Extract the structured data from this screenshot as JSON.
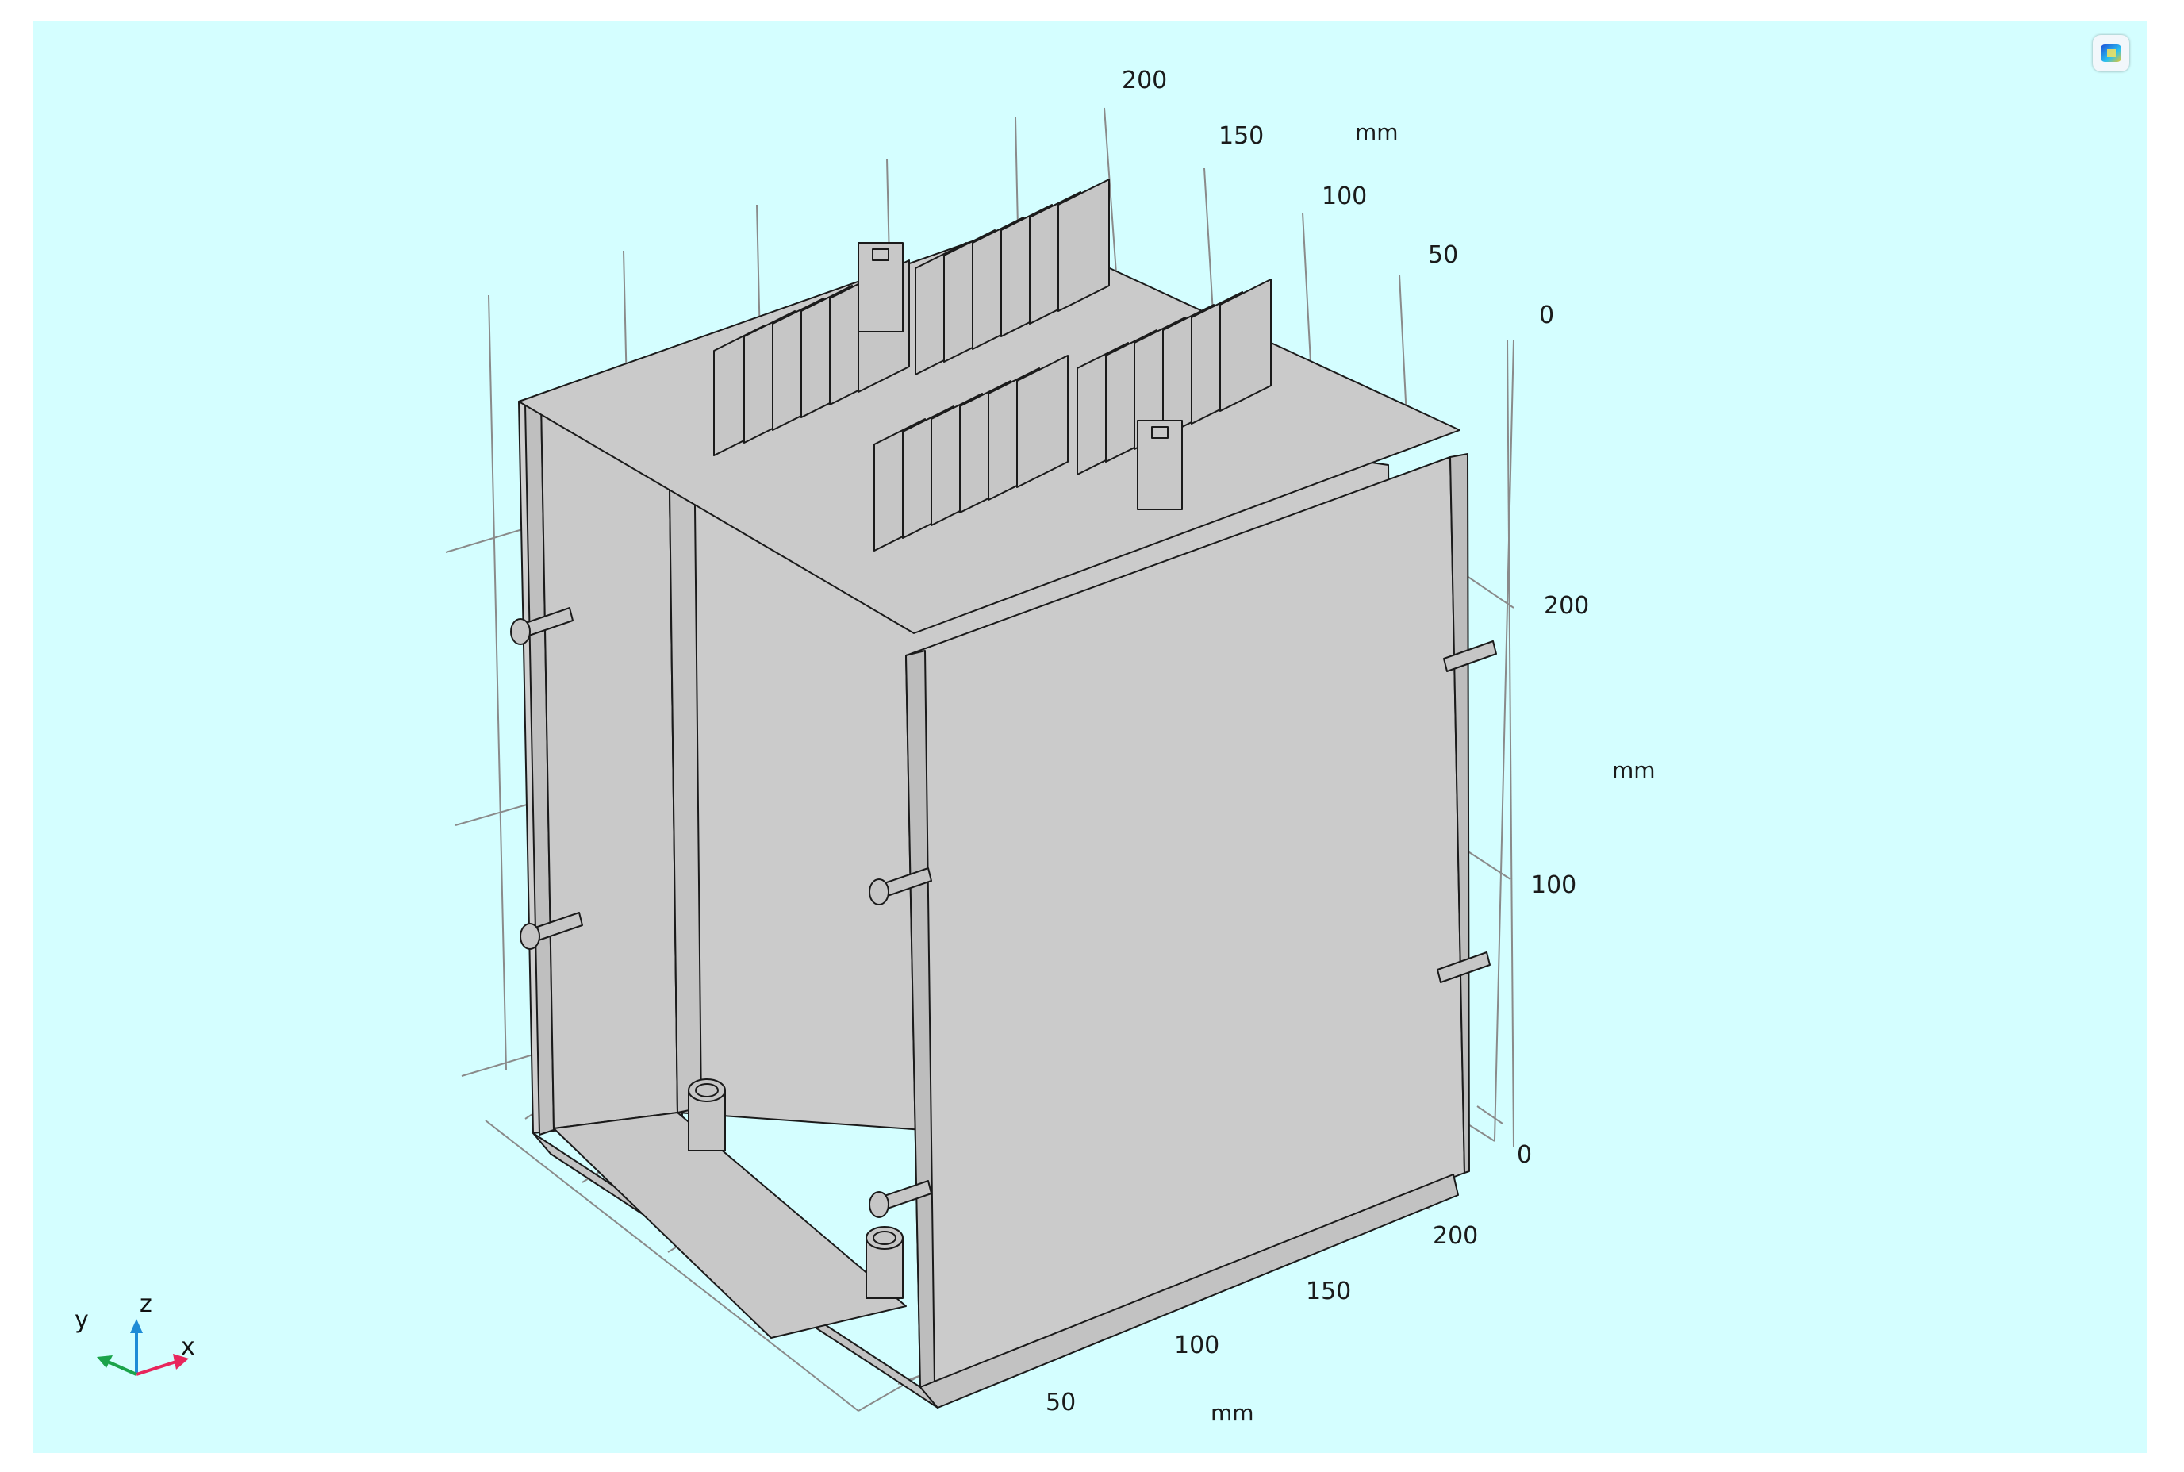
{
  "viewport": {
    "background": "#d4feff",
    "view_button_icon": "render-mode-icon"
  },
  "axes": {
    "y_axis": {
      "unit": "mm",
      "ticks": [
        "200",
        "150",
        "100",
        "50",
        "0"
      ]
    },
    "z_axis": {
      "unit": "mm",
      "ticks": [
        "200",
        "100",
        "0"
      ]
    },
    "x_axis": {
      "unit": "mm",
      "ticks": [
        "200",
        "150",
        "100",
        "50"
      ]
    }
  },
  "triad": {
    "x_label": "x",
    "y_label": "y",
    "z_label": "z",
    "colors": {
      "x": "#e8265c",
      "y": "#1aa34a",
      "z": "#1e8bd6"
    }
  },
  "model": {
    "face_color": "#cccccc",
    "edge_color": "#1a1a1a"
  }
}
